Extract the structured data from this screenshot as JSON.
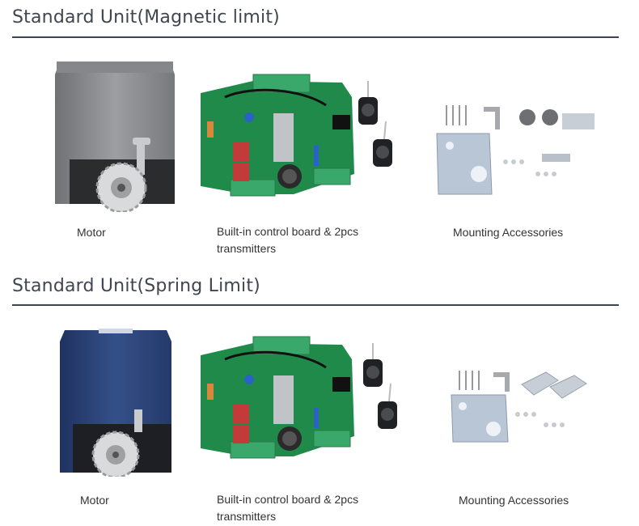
{
  "sections": [
    {
      "title": "Standard Unit(Magnetic limit)",
      "items": [
        {
          "caption": "Motor",
          "icon": "gate-motor-gray-icon"
        },
        {
          "caption_line1": "Built-in control  board & 2pcs",
          "caption_line2": "transmitters",
          "icon": "control-board-icon"
        },
        {
          "caption": "Mounting Accessories",
          "icon": "mounting-accessories-icon"
        }
      ]
    },
    {
      "title": "Standard Unit(Spring Limit)",
      "items": [
        {
          "caption": "Motor",
          "icon": "gate-motor-blue-icon"
        },
        {
          "caption_line1": "Built-in control  board & 2pcs",
          "caption_line2": "transmitters",
          "icon": "control-board-icon"
        },
        {
          "caption": "Mounting Accessories",
          "icon": "mounting-accessories-icon"
        }
      ]
    }
  ],
  "colors": {
    "motor_gray": "#8a8c8f",
    "motor_blue": "#2c4272",
    "pcb_green": "#1f8a4a",
    "terminal_green": "#3aa86a",
    "plate_steel": "#b9c6d6"
  }
}
